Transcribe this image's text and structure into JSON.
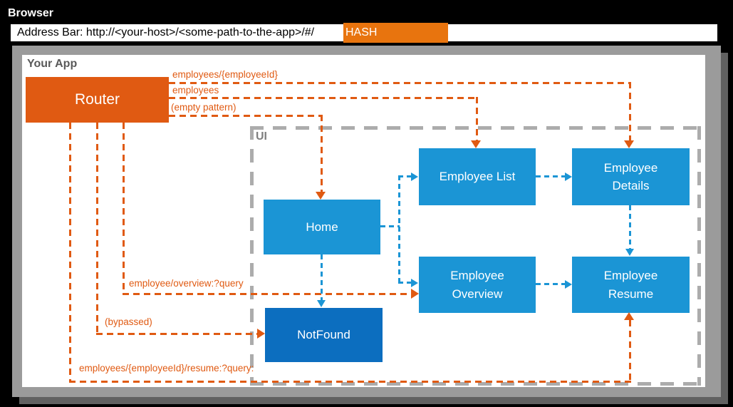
{
  "browser": {
    "title": "Browser",
    "address_bar": {
      "text": "Address Bar: http://<your-host>/<some-path-to-the-app>/#/",
      "hash": "HASH"
    }
  },
  "app": {
    "title": "Your App",
    "router": "Router",
    "ui": "UI"
  },
  "nodes": {
    "home": "Home",
    "employee_list": "Employee List",
    "employee_details": "Employee Details",
    "employee_overview": "Employee Overview",
    "employee_resume": "Employee Resume",
    "not_found": "NotFound"
  },
  "routes": {
    "employee_id": "employees/{employeeId}",
    "employees": "employees",
    "empty_pattern": "(empty pattern)",
    "overview_query": "employee/overview:?query",
    "bypassed": "(bypassed)",
    "resume_query": "employees/{employeeId}/resume:?query:"
  },
  "colors": {
    "orange": "#E05A12",
    "hash-orange": "#E8740E",
    "blue": "#1B95D5",
    "dark-blue": "#0C6EBF",
    "frame-gray": "#9B9B9B",
    "shadow-gray": "#616161",
    "ui-border": "#ACACAC",
    "ui-label": "#7F7F7F",
    "app-label": "#595959"
  }
}
